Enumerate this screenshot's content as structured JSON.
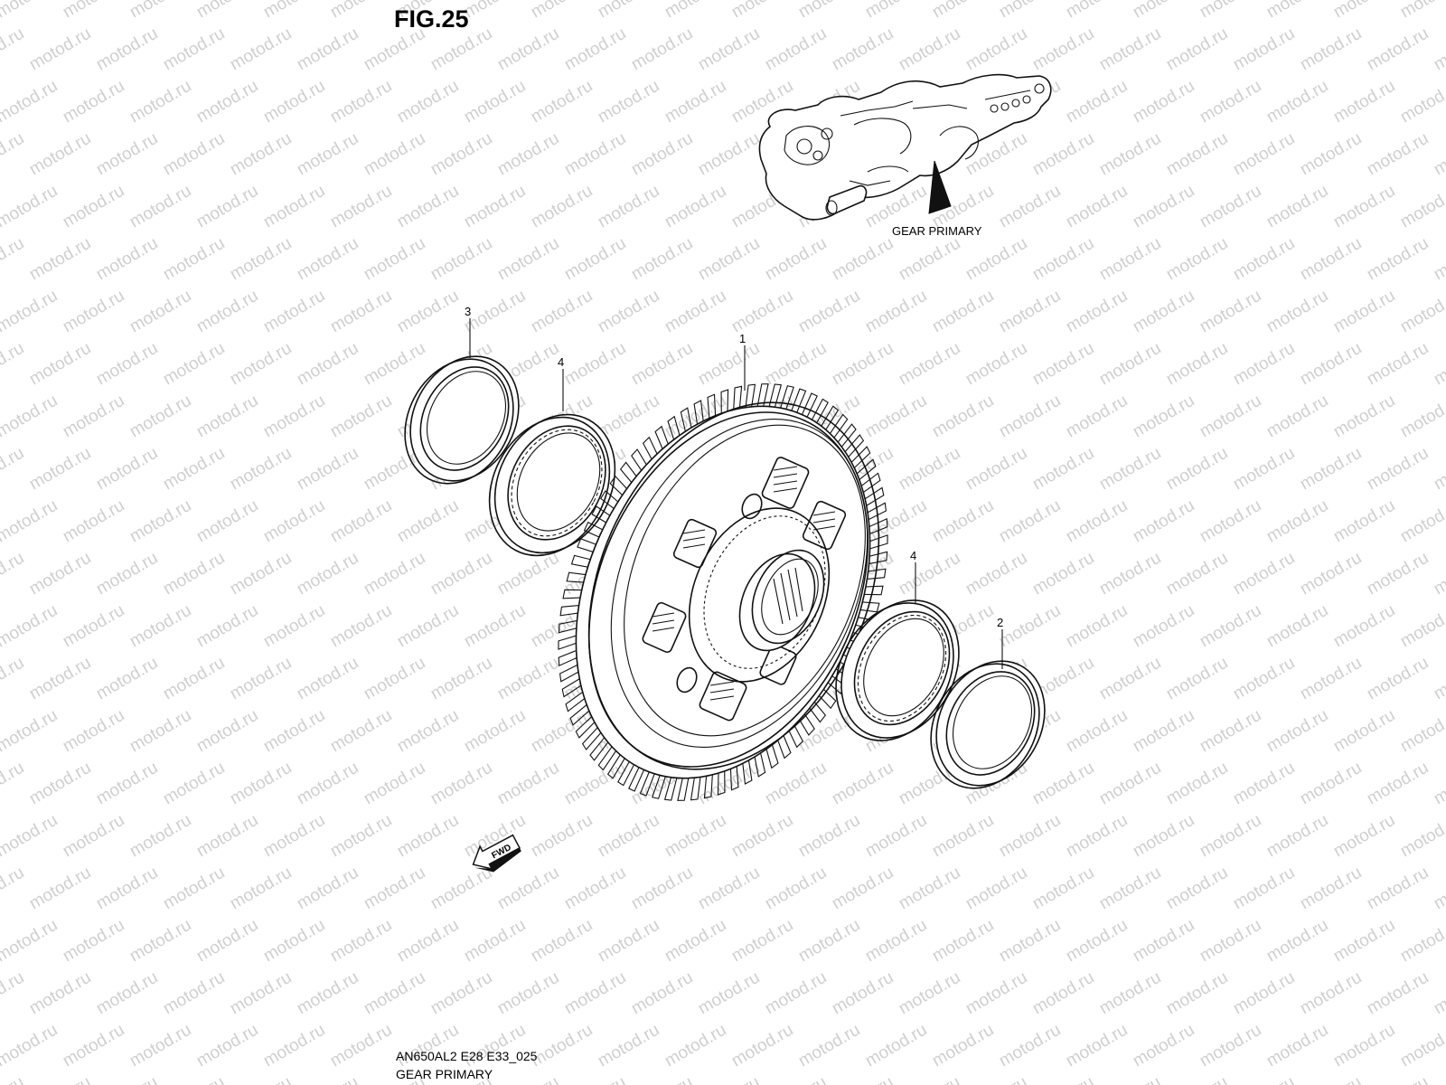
{
  "figure": {
    "title": "FIG.25",
    "inset_label": "GEAR PRIMARY",
    "model_code": "AN650AL2 E28 E33_025",
    "caption": "GEAR PRIMARY",
    "watermark": "motod.ru",
    "fwd_label": "FWD"
  },
  "callouts": [
    {
      "id": "part-1",
      "label": "1"
    },
    {
      "id": "part-2",
      "label": "2"
    },
    {
      "id": "part-3",
      "label": "3"
    },
    {
      "id": "part-4-left",
      "label": "4"
    },
    {
      "id": "part-4-right",
      "label": "4"
    }
  ],
  "colors": {
    "line": "#111111",
    "watermark": "#cfcfcf",
    "background": "#ffffff"
  }
}
